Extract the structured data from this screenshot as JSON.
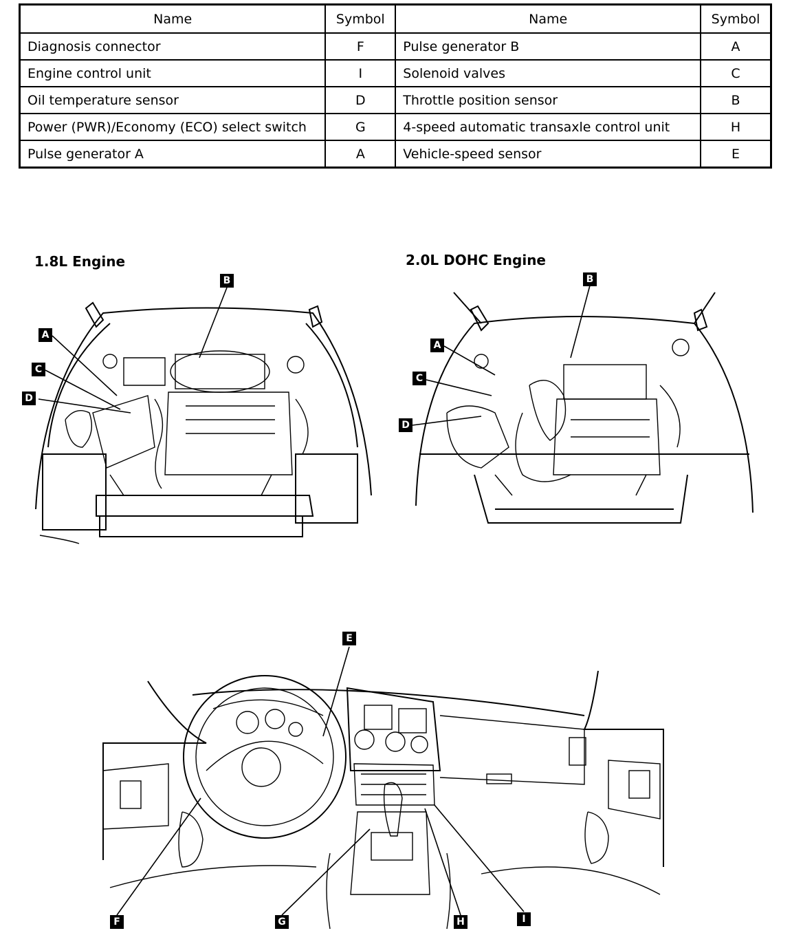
{
  "table": {
    "headers": [
      "Name",
      "Symbol",
      "Name",
      "Symbol"
    ],
    "rows": [
      [
        "Diagnosis connector",
        "F",
        "Pulse generator B",
        "A"
      ],
      [
        "Engine control unit",
        "I",
        "Solenoid valves",
        "C"
      ],
      [
        "Oil temperature sensor",
        "D",
        "Throttle position sensor",
        "B"
      ],
      [
        "Power (PWR)/Economy (ECO) select switch",
        "G",
        "4-speed automatic transaxle control unit",
        "H"
      ],
      [
        "Pulse generator A",
        "A",
        "Vehicle-speed sensor",
        "E"
      ]
    ]
  },
  "engine_18": {
    "title": "1.8L Engine",
    "labels": {
      "a": "A",
      "b": "B",
      "c": "C",
      "d": "D"
    }
  },
  "engine_20": {
    "title": "2.0L DOHC Engine",
    "labels": {
      "a": "A",
      "b": "B",
      "c": "C",
      "d": "D"
    }
  },
  "dashboard": {
    "labels": {
      "e": "E",
      "f": "F",
      "g": "G",
      "h": "H",
      "i": "I"
    }
  }
}
